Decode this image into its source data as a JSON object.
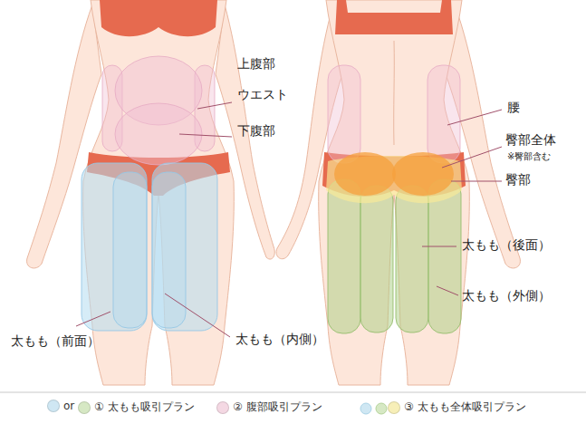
{
  "diagram": {
    "labels": [
      "上腹部",
      "ウエスト",
      "下腹部",
      "腰",
      "臀部全体",
      "※臀部含む",
      "臀部",
      "太もも（後面）",
      "太もも（外側）",
      "太もも（前面）",
      "太もも（内側）"
    ],
    "legend": [
      {
        "text": "or",
        "color": "#cfe7f3"
      },
      {
        "text": "① 太もも吸引プラン",
        "color": "#d6e8c4"
      },
      {
        "text": "② 腹部吸引プラン",
        "color": "#f4d8e3"
      },
      {
        "text": "③ 太もも全体吸引プラン",
        "color": "#f7efb8"
      }
    ]
  }
}
